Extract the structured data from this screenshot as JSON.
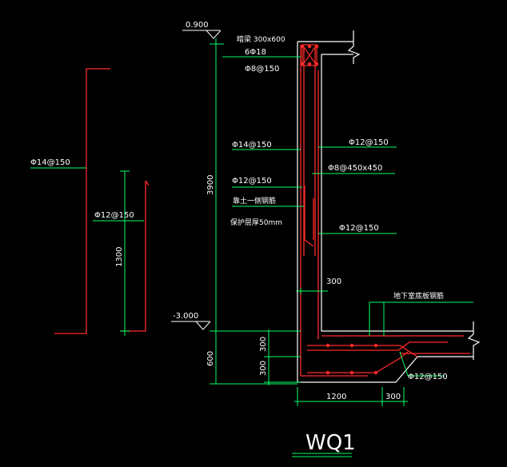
{
  "title": "WQ1",
  "colors": {
    "background": "#000000",
    "rebar": "#ff2a2a",
    "dimension": "#00ff66",
    "outline": "#ffffff",
    "text": "#ffffff"
  },
  "elevations": {
    "top": "0.900",
    "bottom": "-3.000"
  },
  "labels": {
    "beam": "暗梁 300x600",
    "top_bars": "6Φ18",
    "stirrup": "Φ8@150",
    "outer_vert": "Φ14@150",
    "inner_vert": "Φ12@150",
    "horiz": "Φ12@150",
    "tie": "Φ8@450x450",
    "earth_side": "靠土一侧钢筋",
    "cover": "保护层厚50mm",
    "inner_horiz": "Φ12@150",
    "slab_bars": "地下室底板钢筋",
    "footing_bars": "Φ12@150"
  },
  "side_labels": {
    "outer_bar": "Φ14@150",
    "inner_bar": "Φ12@150"
  },
  "dims": {
    "wall_height": "3900",
    "lap_length": "1300",
    "wall_thick": "300",
    "footing_depth": "600",
    "footing_upper": "300",
    "footing_lower": "300",
    "footing_width": "1200",
    "footing_toe": "300"
  }
}
